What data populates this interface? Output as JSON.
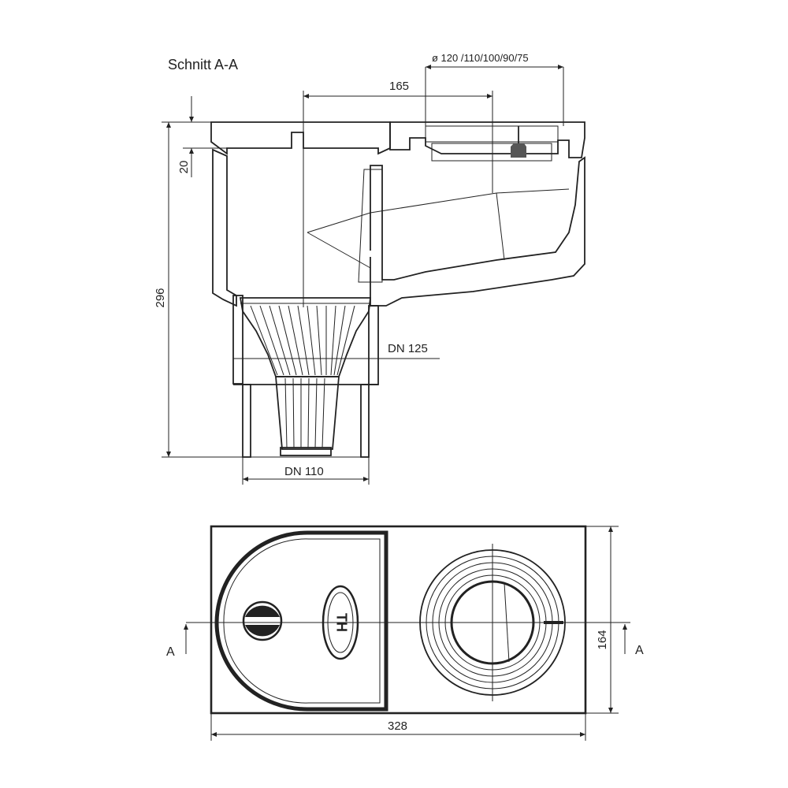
{
  "section_title": "Schnitt  A-A",
  "dimensions": {
    "outlet_diameters": "ø 120 /110/100/90/75",
    "offset": "165",
    "rim_height": "20",
    "total_height": "296",
    "upper_pipe": "DN 125",
    "lower_pipe": "DN 110",
    "width": "164",
    "length": "328"
  },
  "section_marks": {
    "left": "A",
    "right": "A"
  },
  "logo_text": "TH"
}
